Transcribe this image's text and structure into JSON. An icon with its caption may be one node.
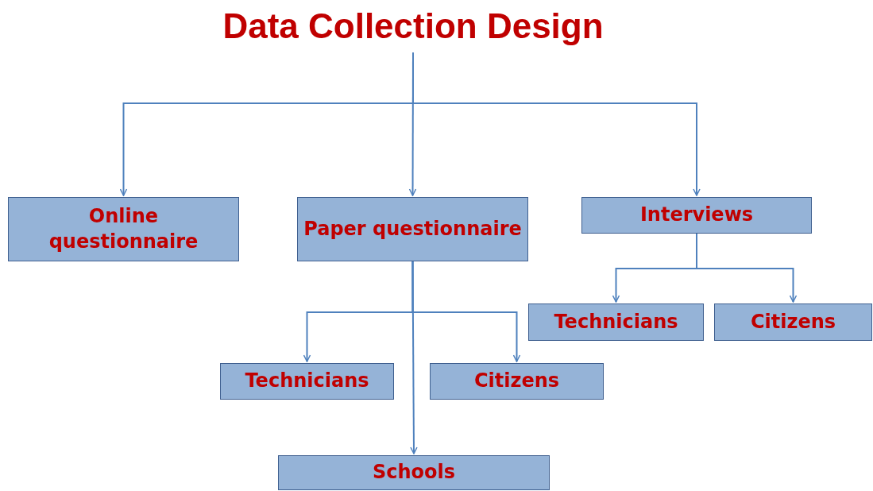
{
  "diagram": {
    "nodes": [
      {
        "text": [
          "Data Collection Design"
        ]
      },
      {
        "text": [
          "Online questionnaire"
        ]
      },
      {
        "text": [
          "Paper questionnaire"
        ]
      },
      {
        "text": [
          "Interviews"
        ]
      },
      {
        "text": [
          "Technicians"
        ]
      },
      {
        "text": [
          "Citizens"
        ]
      },
      {
        "text": [
          "Technicians"
        ]
      },
      {
        "text": [
          "Citizens"
        ]
      },
      {
        "text": [
          "Schools"
        ]
      }
    ],
    "edges": [
      {
        "from": 0,
        "to": 1,
        "arrow": "to"
      },
      {
        "from": 0,
        "to": 2,
        "arrow": "to"
      },
      {
        "from": 0,
        "to": 3,
        "arrow": "to"
      },
      {
        "from": 3,
        "to": 4,
        "arrow": "to"
      },
      {
        "from": 3,
        "to": 5,
        "arrow": "to"
      },
      {
        "from": 2,
        "to": 6,
        "arrow": "to"
      },
      {
        "from": 2,
        "to": 7,
        "arrow": "to"
      },
      {
        "from": 2,
        "to": 8,
        "arrow": "to"
      }
    ]
  }
}
